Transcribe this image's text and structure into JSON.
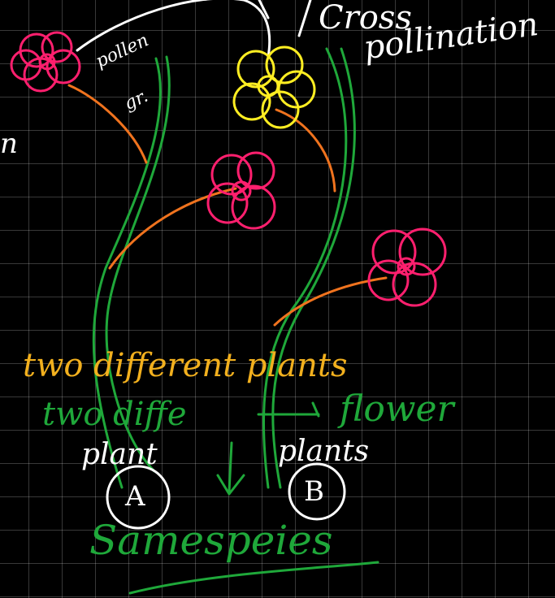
{
  "labels": {
    "cross": "Cross",
    "pollination": "pollination",
    "pollen": "pollen",
    "gr": "gr.",
    "two_different_plants": "two different plants",
    "two_diffe_flower": "two diffe",
    "flower": "flower",
    "plant": "plant",
    "plants": "plants",
    "circle_a": "A",
    "circle_b": "B",
    "same_species": "Samespeies",
    "fragment_left": "n"
  },
  "colors": {
    "background": "#000000",
    "grid": "#ffffff",
    "stem": "#1fa83a",
    "branch": "#f0731e",
    "flower_pink": "#ff1f6e",
    "flower_yellow": "#ffee22",
    "ink_white": "#ffffff",
    "ink_orange": "#f2b01e",
    "ink_green": "#1fa83a"
  }
}
